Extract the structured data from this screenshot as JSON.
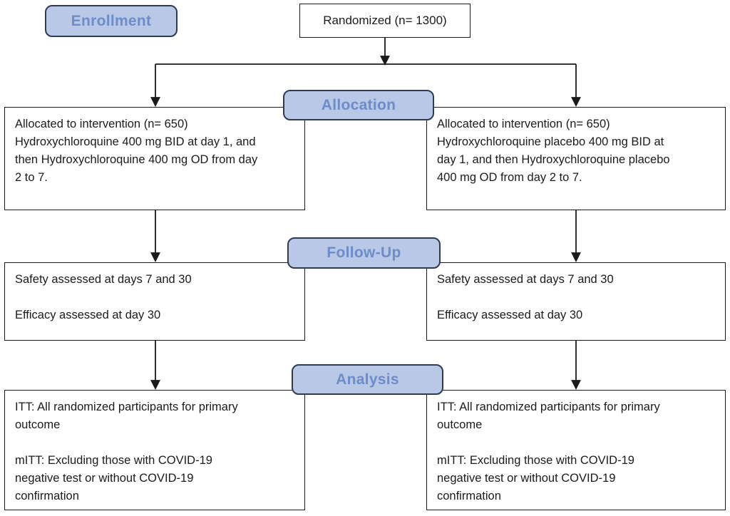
{
  "diagram": {
    "type": "consort-flow",
    "stages": {
      "enrollment": {
        "label": "Enrollment"
      },
      "allocation": {
        "label": "Allocation"
      },
      "followup": {
        "label": "Follow-Up"
      },
      "analysis": {
        "label": "Analysis"
      }
    },
    "randomized": {
      "text": "Randomized (n= 1300)"
    },
    "arms": {
      "left": {
        "name": "hydroxychloroquine-arm",
        "allocation": "Allocated to intervention (n= 650)\nHydroxychloroquine 400 mg BID at day 1, and\nthen Hydroxychloroquine 400 mg OD from day\n2 to 7.",
        "followup": "Safety assessed at days 7 and 30\n\nEfficacy assessed at day 30",
        "analysis": "ITT: All randomized participants for primary\noutcome\n\nmITT: Excluding those with COVID-19\nnegative test or without COVID-19\nconfirmation"
      },
      "right": {
        "name": "placebo-arm",
        "allocation": "Allocated to intervention (n= 650)\nHydroxychloroquine placebo 400 mg BID at\nday 1, and then Hydroxychloroquine placebo\n400 mg OD from day 2 to 7.",
        "followup": "Safety assessed at days 7 and 30\n\nEfficacy assessed at day 30",
        "analysis": "ITT: All randomized participants for primary\noutcome\n\nmITT: Excluding those with COVID-19\nnegative test or without COVID-19\nconfirmation"
      }
    },
    "colors": {
      "badge_fill": "#b8c8e6",
      "badge_border": "#2f3b52",
      "badge_text": "#6e8cc8",
      "box_border": "#1a1a1a",
      "connector": "#1a1a1a",
      "background": "#ffffff"
    }
  }
}
